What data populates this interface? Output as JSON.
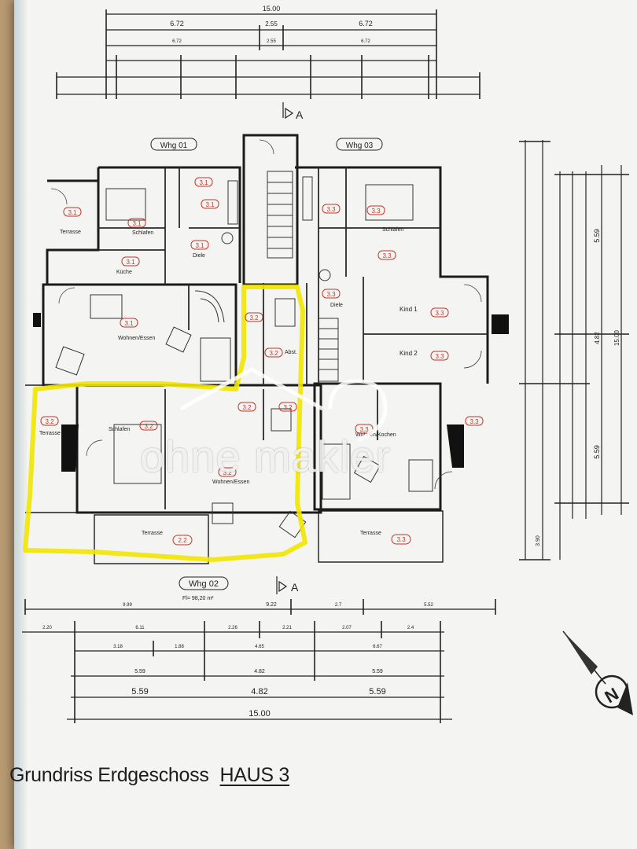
{
  "title": {
    "text": "Grundriss Erdgeschoss",
    "haus": "HAUS 3"
  },
  "watermark": "ohne makler",
  "section_marks": {
    "top": "A",
    "bottom": "A"
  },
  "units": {
    "wohnung_01": {
      "name": "Whg 01"
    },
    "wohnung_02": {
      "name": "Whg 02",
      "area": "Fl= 98,20 m²"
    },
    "wohnung_03": {
      "name": "Whg 03"
    }
  },
  "room_tags": {
    "unit1": [
      "3.1",
      "3.1",
      "3.1",
      "3.1",
      "3.1",
      "3.1",
      "3.1"
    ],
    "unit2": [
      "3.2",
      "3.2",
      "3.2",
      "3.2",
      "3.2",
      "3.2",
      "3.2",
      "2.2"
    ],
    "unit3": [
      "3.3",
      "3.3",
      "3.3",
      "3.3",
      "3.3",
      "3.3",
      "3.3",
      "3.3",
      "3.3"
    ]
  },
  "room_labels": {
    "terrasse": "Terrasse",
    "schlafen": "Schlafen",
    "kueche": "Küche",
    "diele": "Diele",
    "wohnen_essen": "Wohnen/Essen",
    "wohnen_kochen": "Wohnen/Kochen",
    "kind1": "Kind 1",
    "kind2": "Kind 2",
    "abst": "Abst."
  },
  "dimensions": {
    "top_total": "15.00",
    "top_row2": [
      "6.72",
      "2.55",
      "6.72"
    ],
    "top_row3": [
      "6.72",
      "2.55",
      "6.72"
    ],
    "bottom_row_a": [
      "9.99",
      "9.22",
      "2.7",
      "5.52"
    ],
    "bottom_row_b": [
      "2.20",
      "6.11",
      "2.26",
      "2.21",
      "2.07",
      "2.4"
    ],
    "bottom_row_c": [
      "3.18",
      "1.88",
      "4.65",
      "6.67"
    ],
    "bottom_row_d": [
      "5.59",
      "4.82",
      "5.59"
    ],
    "bottom_row_e": [
      "5.59",
      "4.82",
      "5.59"
    ],
    "bottom_total": "15.00",
    "right_a": [
      "5.59",
      "4.82",
      "15.00"
    ],
    "right_b": [
      "5.59"
    ],
    "right_c": [
      "3.90"
    ]
  },
  "colors": {
    "paper": "#f4f4f2",
    "line": "#222222",
    "highlight": "#f2e600",
    "tag": "#c0392b",
    "table_bg": "#b89a72"
  }
}
